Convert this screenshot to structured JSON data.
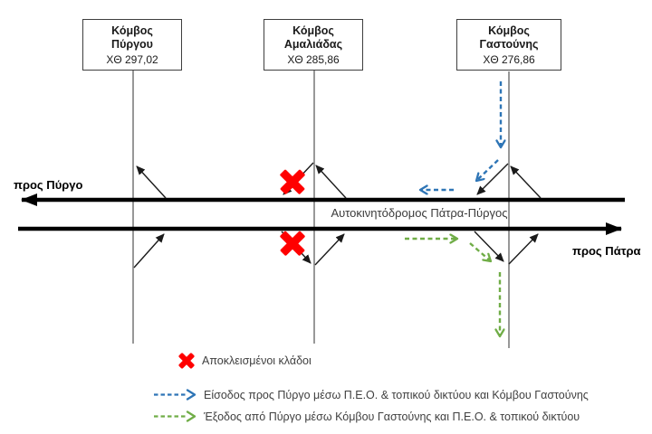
{
  "diagram": {
    "nodes": [
      {
        "title": "Κόμβος Πύργου",
        "chainage": "ΧΘ 297,02"
      },
      {
        "title": "Κόμβος Αμαλιάδας",
        "chainage": "ΧΘ 285,86"
      },
      {
        "title": "Κόμβος Γαστούνης",
        "chainage": "ΧΘ 276,86"
      }
    ],
    "highway_label": "Αυτοκινητόδρομος Πάτρα-Πύργος",
    "direction_left": "προς Πύργο",
    "direction_right": "προς Πάτρα"
  },
  "legend": {
    "blocked_label": "Αποκλεισμένοι κλάδοι",
    "entry_label": "Είσοδος προς Πύργο μέσω Π.Ε.Ο. & τοπικού δικτύου και Κόμβου Γαστούνης",
    "exit_label": "Έξοδος από Πύργο μέσω Κόμβου Γαστούνης και Π.Ε.Ο. & τοπικού δικτύου"
  },
  "colors": {
    "route_entry_blue": "#2E75B6",
    "route_exit_green": "#70AD47",
    "blocked_red": "#FF0000",
    "road_black": "#000000",
    "node_line_gray": "#7f7f7f",
    "ramp_dark": "#1a1a1a",
    "text_dark": "#404040"
  }
}
